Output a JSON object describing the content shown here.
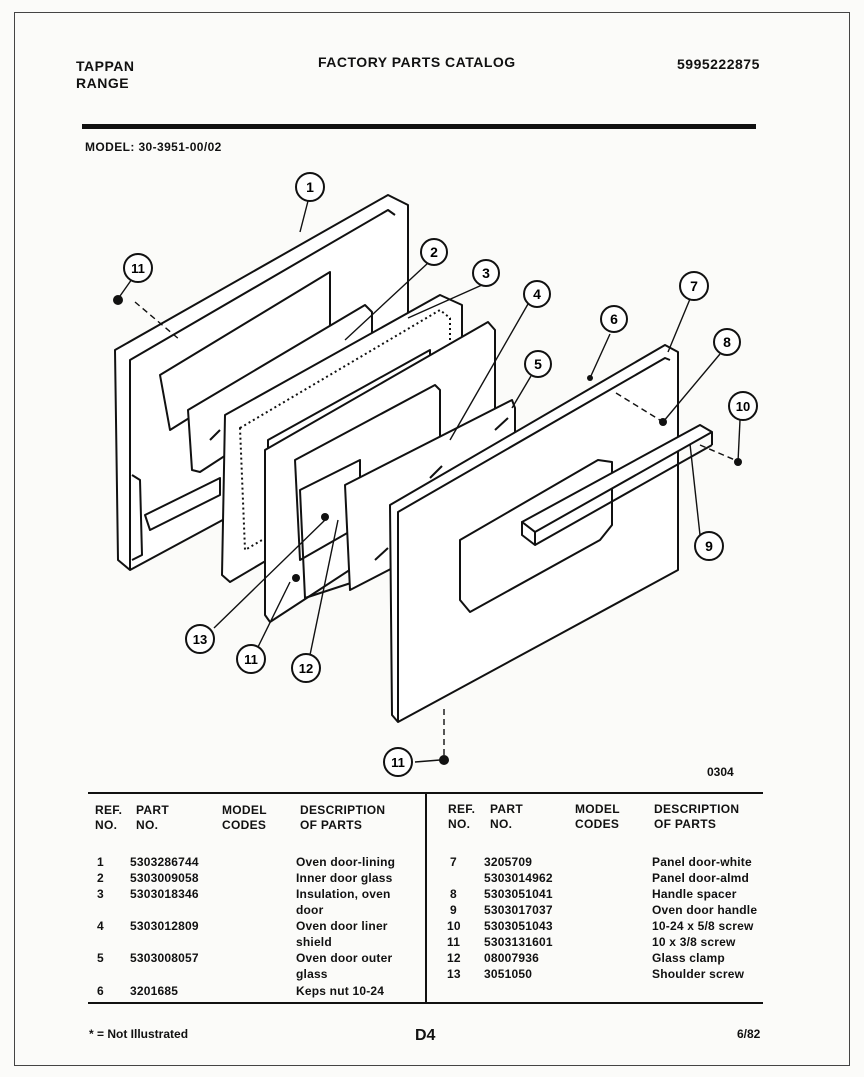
{
  "header": {
    "brand_line1": "TAPPAN",
    "brand_line2": "RANGE",
    "title": "FACTORY PARTS CATALOG",
    "catalog_number": "5995222875"
  },
  "model_label": "MODEL: 30-3951-00/02",
  "figure_code": "0304",
  "callouts": [
    "1",
    "2",
    "3",
    "4",
    "5",
    "6",
    "7",
    "8",
    "9",
    "10",
    "11",
    "11",
    "11",
    "12",
    "13"
  ],
  "table": {
    "headers": {
      "ref": [
        "REF.",
        "NO."
      ],
      "part": [
        "PART",
        "NO."
      ],
      "model": [
        "MODEL",
        "CODES"
      ],
      "desc": [
        "DESCRIPTION",
        "OF PARTS"
      ]
    },
    "left_rows": [
      {
        "ref": "1",
        "part": "5303286744",
        "model": "",
        "desc": [
          "Oven door-lining"
        ]
      },
      {
        "ref": "2",
        "part": "5303009058",
        "model": "",
        "desc": [
          "Inner door glass"
        ]
      },
      {
        "ref": "3",
        "part": "5303018346",
        "model": "",
        "desc": [
          "Insulation, oven",
          "door"
        ]
      },
      {
        "ref": "4",
        "part": "5303012809",
        "model": "",
        "desc": [
          "Oven door liner",
          "shield"
        ]
      },
      {
        "ref": "5",
        "part": "5303008057",
        "model": "",
        "desc": [
          "Oven door outer",
          "glass"
        ]
      },
      {
        "ref": "6",
        "part": "3201685",
        "model": "",
        "desc": [
          "Keps nut 10-24"
        ]
      }
    ],
    "right_rows": [
      {
        "ref": "7",
        "part": "3205709",
        "model": "",
        "desc": [
          "Panel door-white"
        ]
      },
      {
        "ref": "",
        "part": "5303014962",
        "model": "",
        "desc": [
          "Panel door-almd"
        ]
      },
      {
        "ref": "8",
        "part": "5303051041",
        "model": "",
        "desc": [
          "Handle spacer"
        ]
      },
      {
        "ref": "9",
        "part": "5303017037",
        "model": "",
        "desc": [
          "Oven door handle"
        ]
      },
      {
        "ref": "10",
        "part": "5303051043",
        "model": "",
        "desc": [
          "10-24 x 5/8 screw"
        ]
      },
      {
        "ref": "11",
        "part": "5303131601",
        "model": "",
        "desc": [
          "10 x 3/8 screw"
        ]
      },
      {
        "ref": "12",
        "part": "08007936",
        "model": "",
        "desc": [
          "Glass clamp"
        ]
      },
      {
        "ref": "13",
        "part": "3051050",
        "model": "",
        "desc": [
          "Shoulder screw"
        ]
      }
    ]
  },
  "footer": {
    "note": "* = Not Illustrated",
    "page": "D4",
    "date": "6/82"
  }
}
